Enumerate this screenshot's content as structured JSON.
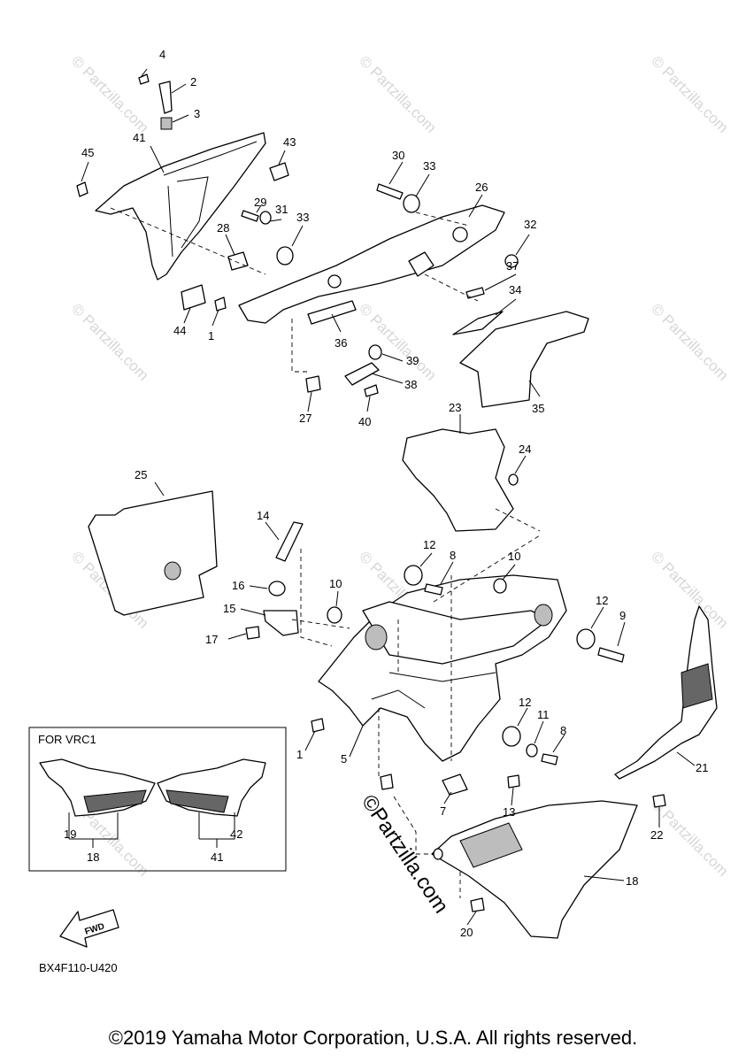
{
  "diagram": {
    "part_labels": {
      "p1a": "1",
      "p1b": "1",
      "p2": "2",
      "p3": "3",
      "p4": "4",
      "p5": "5",
      "p7": "7",
      "p8a": "8",
      "p8b": "8",
      "p9": "9",
      "p10a": "10",
      "p10b": "10",
      "p11": "11",
      "p12a": "12",
      "p12b": "12",
      "p12c": "12",
      "p13": "13",
      "p14": "14",
      "p15": "15",
      "p16": "16",
      "p17": "17",
      "p18a": "18",
      "p18b": "18",
      "p19": "19",
      "p20": "20",
      "p21": "21",
      "p22": "22",
      "p23": "23",
      "p24": "24",
      "p25": "25",
      "p26": "26",
      "p27": "27",
      "p28": "28",
      "p29": "29",
      "p30": "30",
      "p31": "31",
      "p32": "32",
      "p33a": "33",
      "p33b": "33",
      "p34": "34",
      "p35": "35",
      "p36": "36",
      "p37": "37",
      "p38": "38",
      "p39": "39",
      "p40": "40",
      "p41a": "41",
      "p41b": "41",
      "p42": "42",
      "p43": "43",
      "p44": "44",
      "p45": "45"
    },
    "inset_title": "FOR  VRC1",
    "fwd_label": "FWD",
    "diagram_code": "BX4F110-U420",
    "watermark_text": "© Partzilla.com",
    "watermark_main": "©Partzilla.com"
  },
  "footer": {
    "copyright": "©2019 Yamaha Motor Corporation, U.S.A. All rights reserved."
  }
}
